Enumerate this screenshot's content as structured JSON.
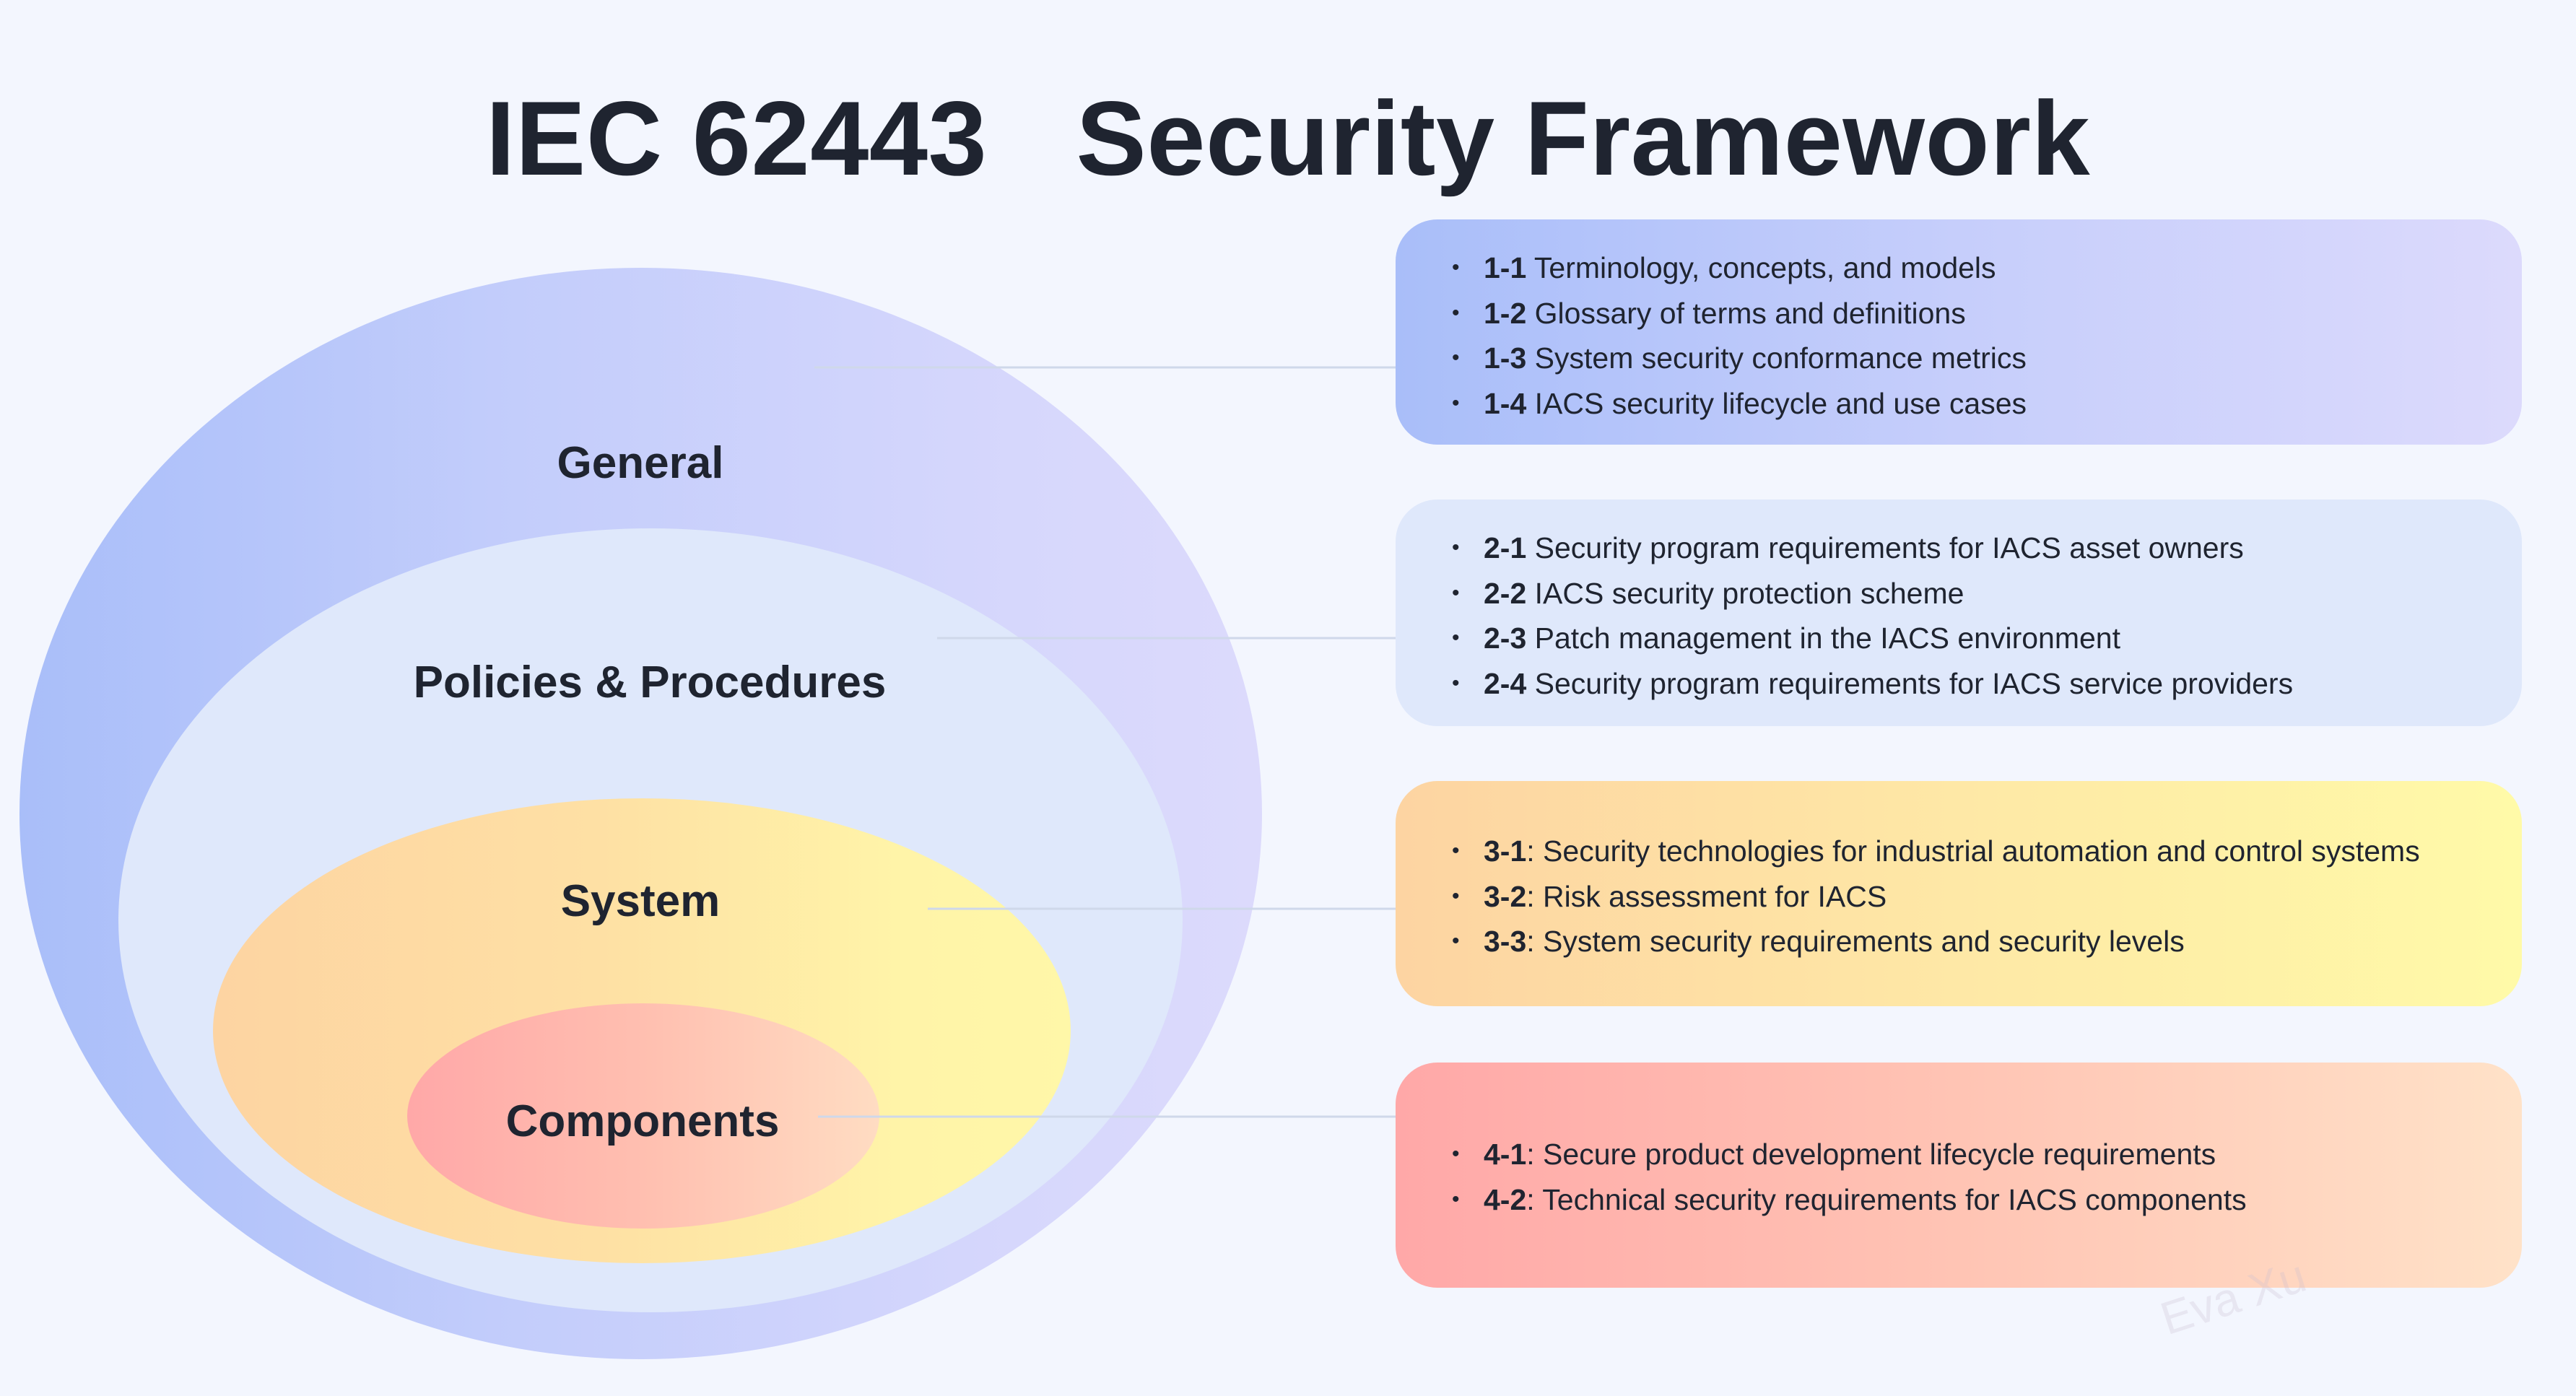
{
  "title": "IEC 62443   Security Framework",
  "layers": [
    {
      "id": "general",
      "label": "General"
    },
    {
      "id": "policies",
      "label": "Policies & Procedures"
    },
    {
      "id": "system",
      "label": "System"
    },
    {
      "id": "components",
      "label": "Components"
    }
  ],
  "cards": [
    {
      "items": [
        {
          "code": "1-1",
          "text": " Terminology, concepts, and models"
        },
        {
          "code": "1-2",
          "text": " Glossary of terms and definitions"
        },
        {
          "code": "1-3",
          "text": " System security conformance metrics"
        },
        {
          "code": "1-4",
          "text": " IACS security lifecycle and use cases"
        }
      ]
    },
    {
      "items": [
        {
          "code": "2-1",
          "text": " Security program requirements for IACS asset owners"
        },
        {
          "code": "2-2",
          "text": " IACS security protection scheme"
        },
        {
          "code": "2-3",
          "text": " Patch management in the IACS environment"
        },
        {
          "code": "2-4",
          "text": " Security program requirements for IACS service providers"
        }
      ]
    },
    {
      "items": [
        {
          "code": "3-1",
          "text": ": Security technologies for industrial automation and control systems"
        },
        {
          "code": "3-2",
          "text": ": Risk assessment for IACS"
        },
        {
          "code": "3-3",
          "text": ": System security requirements and security levels"
        }
      ]
    },
    {
      "items": [
        {
          "code": "4-1",
          "text": ": Secure product development lifecycle requirements"
        },
        {
          "code": "4-2",
          "text": ": Technical security requirements for IACS components"
        }
      ]
    }
  ],
  "bullet": "•",
  "watermark": "Eva Xu",
  "colors": {
    "general": "#b8c6fa",
    "policies": "#dfe8fb",
    "system": "#feeaa6",
    "components": "#ffbfb0",
    "text": "#1f2430",
    "background": "#f3f6fe"
  }
}
